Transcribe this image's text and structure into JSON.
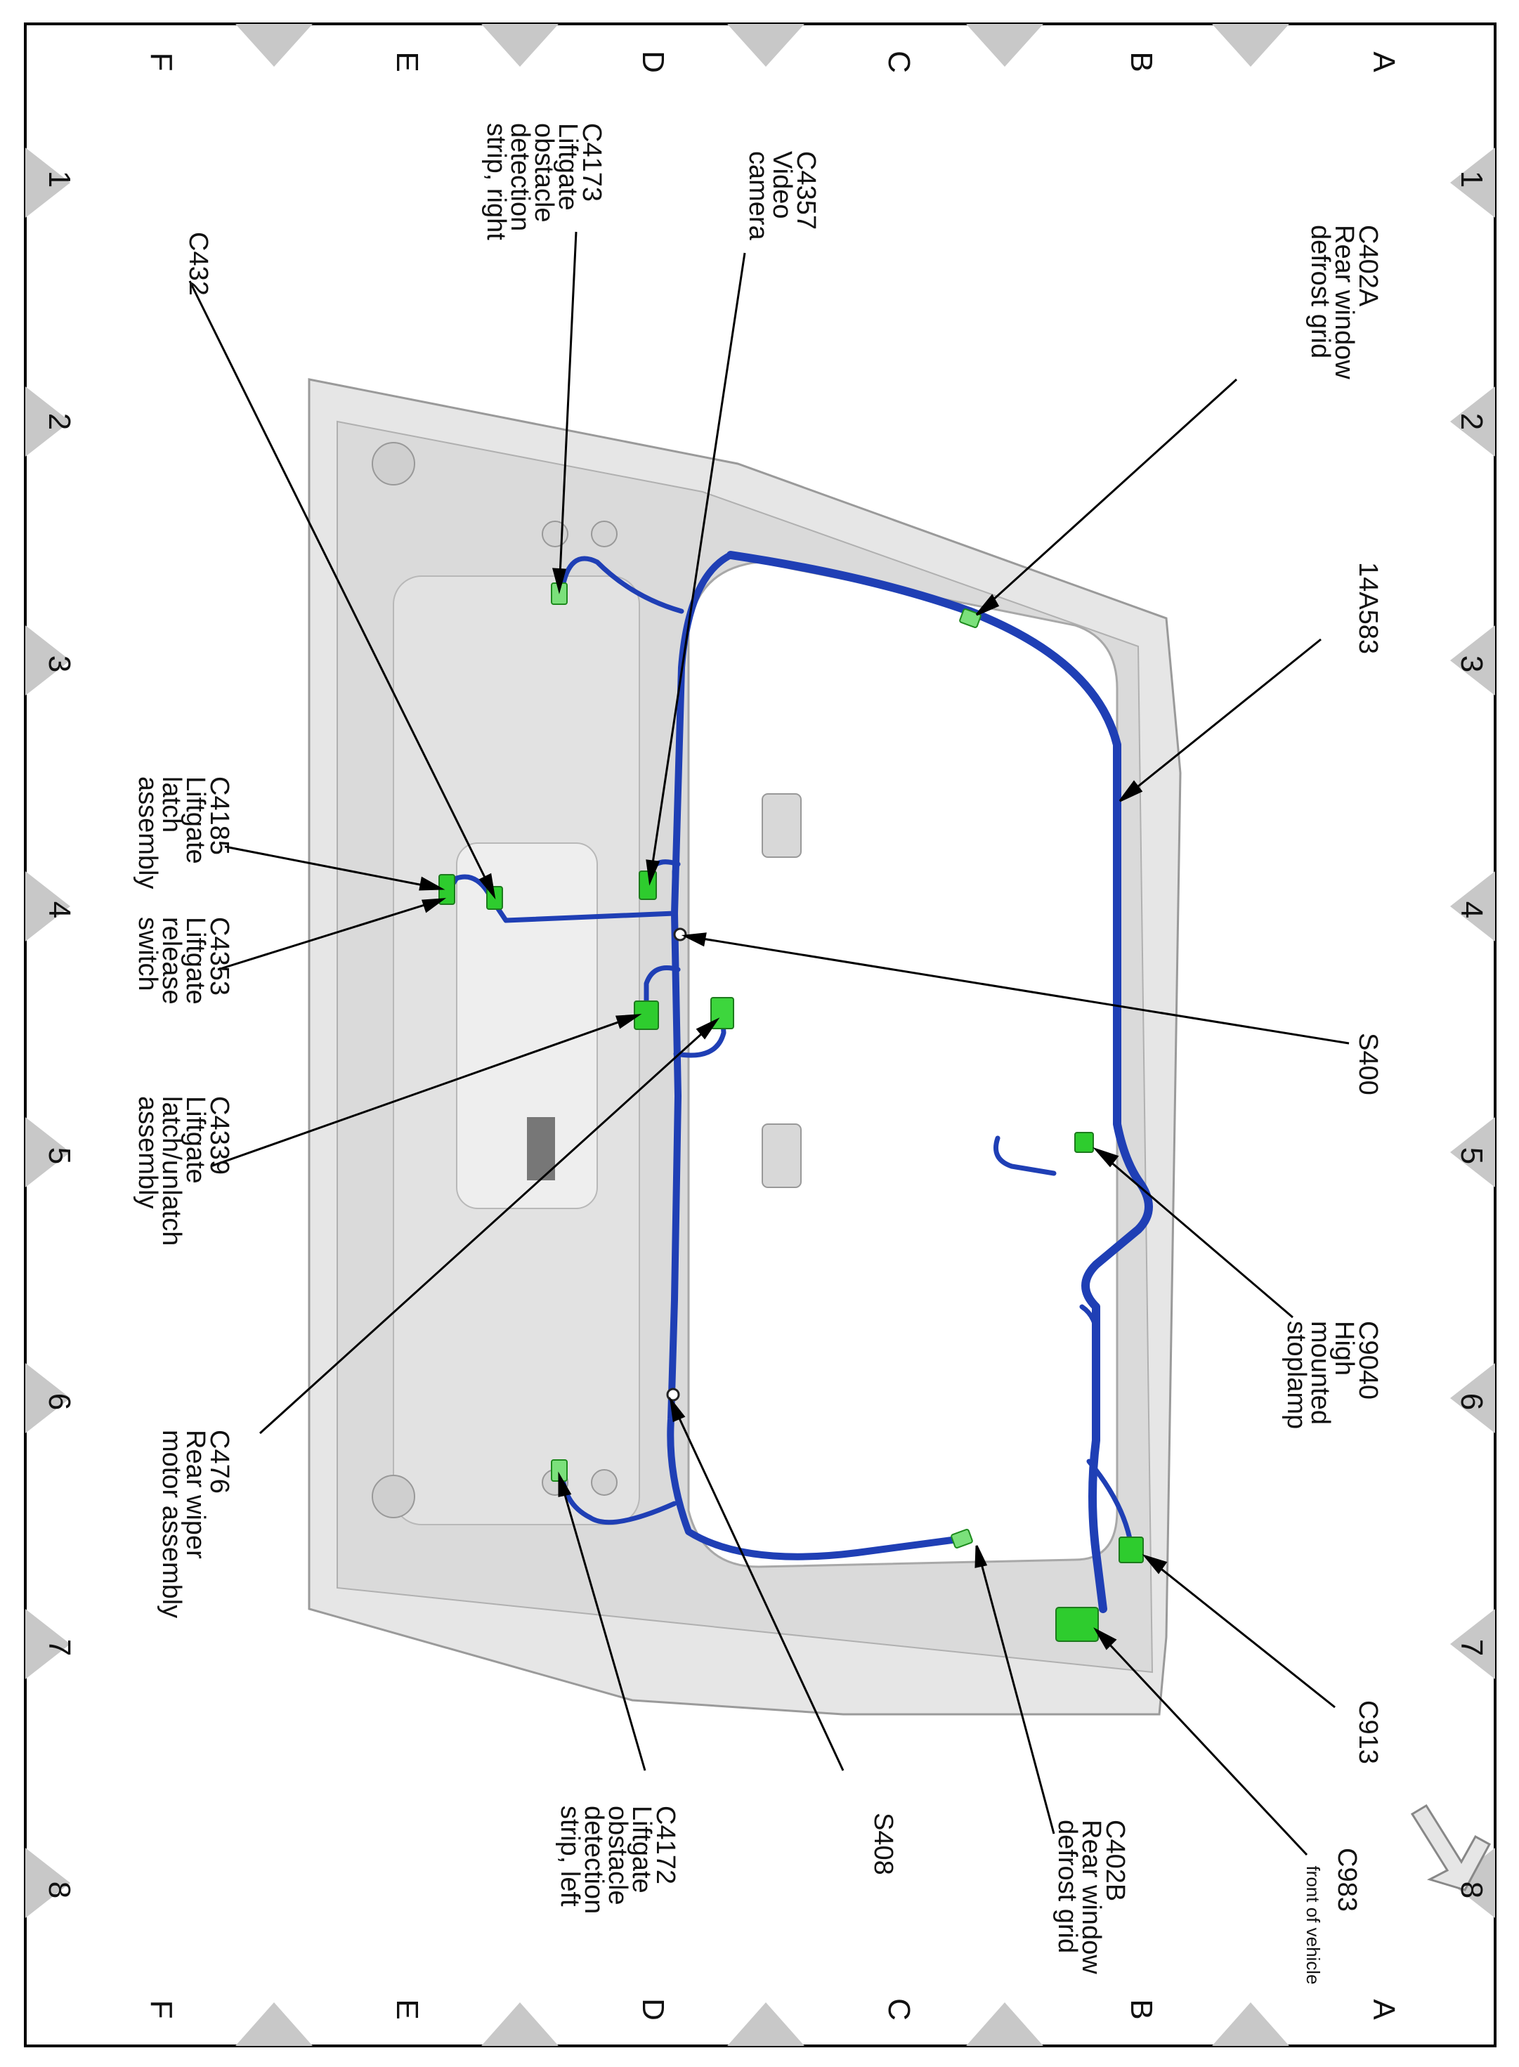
{
  "grid": {
    "letters": [
      "A",
      "B",
      "C",
      "D",
      "E",
      "F"
    ],
    "numbers": [
      "1",
      "2",
      "3",
      "4",
      "5",
      "6",
      "7",
      "8"
    ]
  },
  "callouts": {
    "c402a": [
      "C402A",
      "Rear window",
      "defrost grid"
    ],
    "h14a583": [
      "14A583"
    ],
    "s400": [
      "S400"
    ],
    "c9040": [
      "C9040",
      "High",
      "mounted",
      "stoplamp"
    ],
    "c913": [
      "C913"
    ],
    "c983": [
      "C983"
    ],
    "c402b": [
      "C402B",
      "Rear window",
      "defrost grid"
    ],
    "s408": [
      "S408"
    ],
    "c4172": [
      "C4172",
      "Liftgate",
      "obstacle",
      "detection",
      "strip, left"
    ],
    "c476": [
      "C476",
      "Rear wiper",
      "motor assembly"
    ],
    "c4339": [
      "C4339",
      "Liftgate",
      "latch/unlatch",
      "assembly"
    ],
    "c4353": [
      "C4353",
      "Liftgate",
      "release",
      "switch"
    ],
    "c4185": [
      "C4185",
      "Liftgate",
      "latch",
      "assembly"
    ],
    "c432": [
      "C432"
    ],
    "c4173": [
      "C4173",
      "Liftgate",
      "obstacle",
      "detection",
      "strip, right"
    ],
    "c4357": [
      "C4357",
      "Video",
      "camera"
    ]
  },
  "front_note": "front of vehicle",
  "colors": {
    "harness": "#1f3fb5",
    "connector": "#2ecc2e",
    "panel": "#e8e8e8",
    "grid_triangle": "#c8c8c8"
  }
}
